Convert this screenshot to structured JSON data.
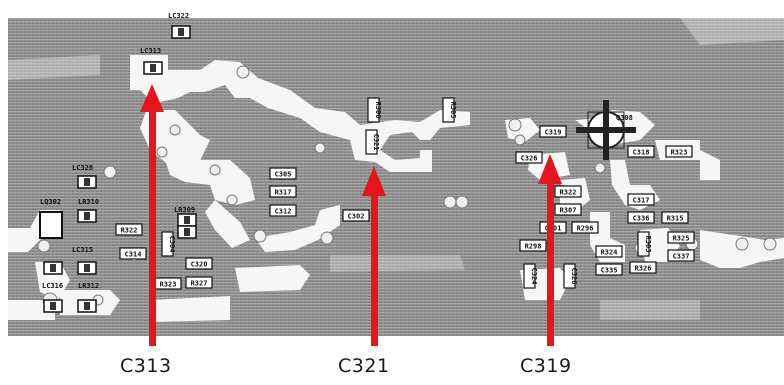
{
  "callouts": [
    {
      "id": "c313",
      "label": "C313"
    },
    {
      "id": "c321",
      "label": "C321"
    },
    {
      "id": "c319",
      "label": "C319"
    }
  ],
  "components": [
    {
      "id": "lc322",
      "text": "LC322"
    },
    {
      "id": "lc313",
      "text": "LC313"
    },
    {
      "id": "r306",
      "text": "R306"
    },
    {
      "id": "r305",
      "text": "R305"
    },
    {
      "id": "c321",
      "text": "C321"
    },
    {
      "id": "c305",
      "text": "C305"
    },
    {
      "id": "r317",
      "text": "R317"
    },
    {
      "id": "c312",
      "text": "C312"
    },
    {
      "id": "c302",
      "text": "C302"
    },
    {
      "id": "lc328",
      "text": "LC328"
    },
    {
      "id": "lq302",
      "text": "LQ302"
    },
    {
      "id": "lr310",
      "text": "LR310"
    },
    {
      "id": "lr309",
      "text": "LR309"
    },
    {
      "id": "r322",
      "text": "R322"
    },
    {
      "id": "c314",
      "text": "C314"
    },
    {
      "id": "lc315",
      "text": "LC315"
    },
    {
      "id": "lc316",
      "text": "LC316"
    },
    {
      "id": "lr312",
      "text": "LR312"
    },
    {
      "id": "c304",
      "text": "C304"
    },
    {
      "id": "c320",
      "text": "C320"
    },
    {
      "id": "r327",
      "text": "R327"
    },
    {
      "id": "r323",
      "text": "R323"
    },
    {
      "id": "c319",
      "text": "C319"
    },
    {
      "id": "c326",
      "text": "C326"
    },
    {
      "id": "q308",
      "text": "Q308"
    },
    {
      "id": "c318",
      "text": "C318"
    },
    {
      "id": "r323b",
      "text": "R323"
    },
    {
      "id": "r322b",
      "text": "R322"
    },
    {
      "id": "r307",
      "text": "R307"
    },
    {
      "id": "c301",
      "text": "C301"
    },
    {
      "id": "r296",
      "text": "R296"
    },
    {
      "id": "r298",
      "text": "R298"
    },
    {
      "id": "c317",
      "text": "C317"
    },
    {
      "id": "c336",
      "text": "C336"
    },
    {
      "id": "r315",
      "text": "R315"
    },
    {
      "id": "r303",
      "text": "R303"
    },
    {
      "id": "r325",
      "text": "R325"
    },
    {
      "id": "c337",
      "text": "C337"
    },
    {
      "id": "r324",
      "text": "R324"
    },
    {
      "id": "c324",
      "text": "C324"
    },
    {
      "id": "c335",
      "text": "C335"
    },
    {
      "id": "c326b",
      "text": "C326"
    },
    {
      "id": "r326",
      "text": "R326"
    }
  ],
  "colors": {
    "arrow": "#e8141b",
    "board": "#8d8d8d",
    "trace": "#ffffff",
    "caption": "#1a1a1a"
  }
}
